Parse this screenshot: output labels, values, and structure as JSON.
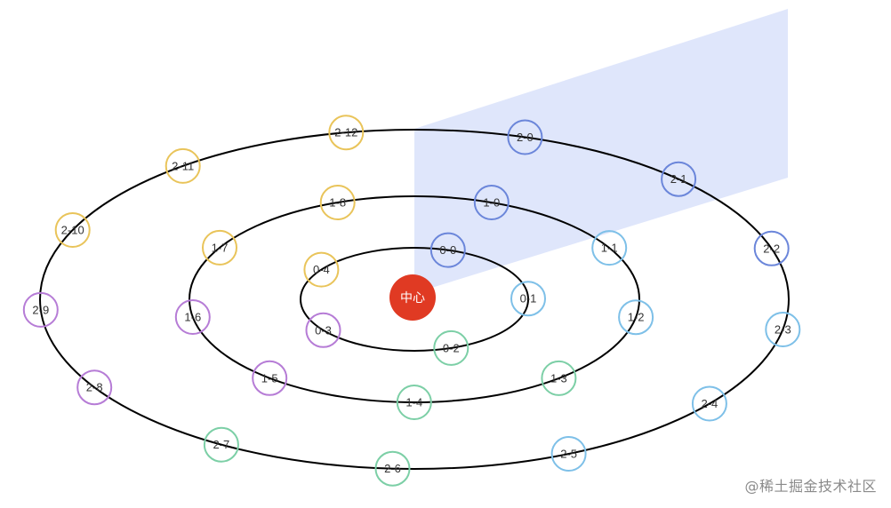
{
  "diagram": {
    "center": {
      "label": "中心",
      "color": "#e03a23"
    },
    "sector_color": "#dfe6fb",
    "ring_stroke": "#000000",
    "group_colors": {
      "blue": "#6b86da",
      "lightblue": "#7ec0e8",
      "green": "#7ccfa6",
      "purple": "#b67cd6",
      "yellow": "#e9c45a"
    },
    "rings": [
      {
        "name": "ring-0",
        "nodes": [
          {
            "label": "0-0",
            "group": "blue"
          },
          {
            "label": "0-1",
            "group": "lightblue"
          },
          {
            "label": "0-2",
            "group": "green"
          },
          {
            "label": "0-3",
            "group": "purple"
          },
          {
            "label": "0-4",
            "group": "yellow"
          }
        ]
      },
      {
        "name": "ring-1",
        "nodes": [
          {
            "label": "1-0",
            "group": "blue"
          },
          {
            "label": "1-1",
            "group": "lightblue"
          },
          {
            "label": "1-2",
            "group": "lightblue"
          },
          {
            "label": "1-3",
            "group": "green"
          },
          {
            "label": "1-4",
            "group": "green"
          },
          {
            "label": "1-5",
            "group": "purple"
          },
          {
            "label": "1-6",
            "group": "purple"
          },
          {
            "label": "1-7",
            "group": "yellow"
          },
          {
            "label": "1-8",
            "group": "yellow"
          }
        ]
      },
      {
        "name": "ring-2",
        "nodes": [
          {
            "label": "2-0",
            "group": "blue"
          },
          {
            "label": "2-1",
            "group": "blue"
          },
          {
            "label": "2-2",
            "group": "blue"
          },
          {
            "label": "2-3",
            "group": "lightblue"
          },
          {
            "label": "2-4",
            "group": "lightblue"
          },
          {
            "label": "2-5",
            "group": "lightblue"
          },
          {
            "label": "2-6",
            "group": "green"
          },
          {
            "label": "2-7",
            "group": "green"
          },
          {
            "label": "2-8",
            "group": "purple"
          },
          {
            "label": "2-9",
            "group": "purple"
          },
          {
            "label": "2-10",
            "group": "yellow"
          },
          {
            "label": "2-11",
            "group": "yellow"
          },
          {
            "label": "2-12",
            "group": "yellow"
          }
        ]
      }
    ]
  },
  "watermark": "@稀土掘金技术社区"
}
